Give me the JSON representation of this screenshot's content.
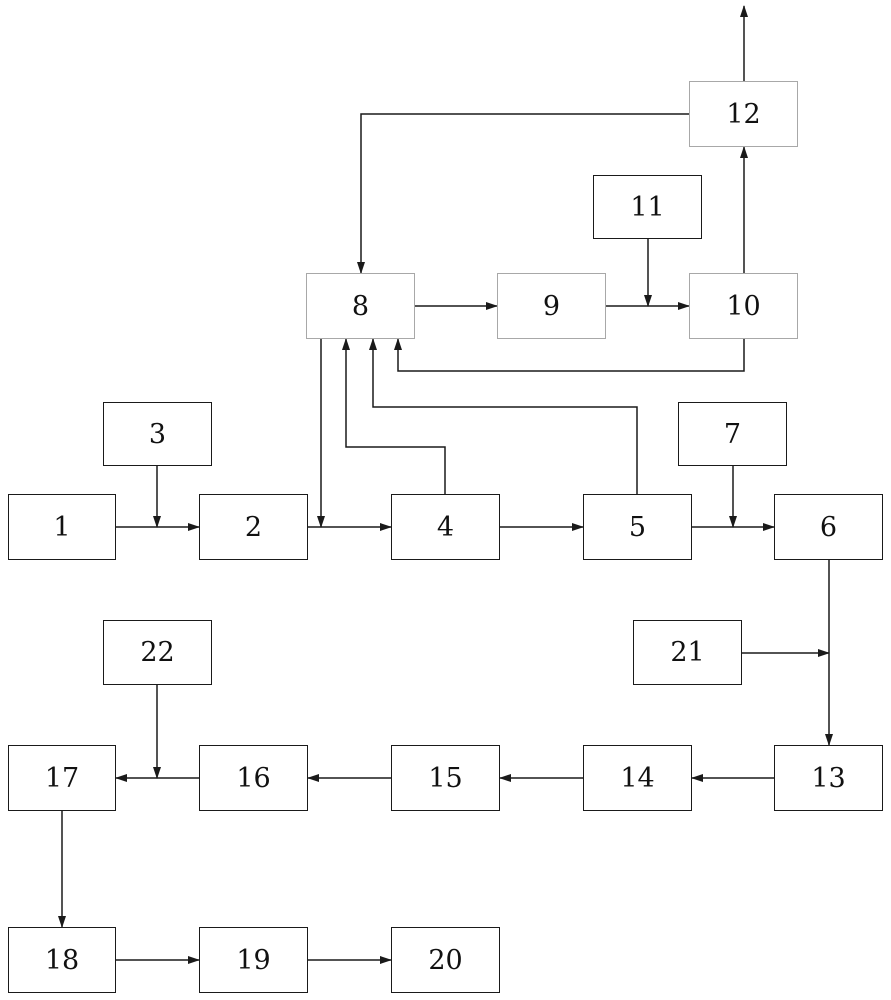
{
  "diagram": {
    "colors": {
      "line": "#1a1a1a",
      "border_dark": "#1a1a1a",
      "border_light": "#a8a8a8",
      "text": "#111111"
    },
    "nodes": [
      {
        "id": "1",
        "label": "1"
      },
      {
        "id": "2",
        "label": "2"
      },
      {
        "id": "3",
        "label": "3"
      },
      {
        "id": "4",
        "label": "4"
      },
      {
        "id": "5",
        "label": "5"
      },
      {
        "id": "6",
        "label": "6"
      },
      {
        "id": "7",
        "label": "7"
      },
      {
        "id": "8",
        "label": "8"
      },
      {
        "id": "9",
        "label": "9"
      },
      {
        "id": "10",
        "label": "10"
      },
      {
        "id": "11",
        "label": "11"
      },
      {
        "id": "12",
        "label": "12"
      },
      {
        "id": "13",
        "label": "13"
      },
      {
        "id": "14",
        "label": "14"
      },
      {
        "id": "15",
        "label": "15"
      },
      {
        "id": "16",
        "label": "16"
      },
      {
        "id": "17",
        "label": "17"
      },
      {
        "id": "18",
        "label": "18"
      },
      {
        "id": "19",
        "label": "19"
      },
      {
        "id": "20",
        "label": "20"
      },
      {
        "id": "21",
        "label": "21"
      },
      {
        "id": "22",
        "label": "22"
      }
    ],
    "edges": [
      {
        "from": "1",
        "to": "2"
      },
      {
        "from": "3",
        "to": "2"
      },
      {
        "from": "2",
        "to": "4"
      },
      {
        "from": "8",
        "to": "4"
      },
      {
        "from": "4",
        "to": "5"
      },
      {
        "from": "4",
        "to": "8"
      },
      {
        "from": "5",
        "to": "8"
      },
      {
        "from": "5",
        "to": "6"
      },
      {
        "from": "7",
        "to": "6"
      },
      {
        "from": "8",
        "to": "9"
      },
      {
        "from": "9",
        "to": "10"
      },
      {
        "from": "11",
        "to": "10"
      },
      {
        "from": "10",
        "to": "8"
      },
      {
        "from": "10",
        "to": "12"
      },
      {
        "from": "12",
        "to": "8"
      },
      {
        "from": "12",
        "to": ""
      },
      {
        "from": "6",
        "to": "13"
      },
      {
        "from": "21",
        "to": "13"
      },
      {
        "from": "13",
        "to": "14"
      },
      {
        "from": "14",
        "to": "15"
      },
      {
        "from": "15",
        "to": "16"
      },
      {
        "from": "16",
        "to": "17"
      },
      {
        "from": "22",
        "to": "17"
      },
      {
        "from": "17",
        "to": "18"
      },
      {
        "from": "18",
        "to": "19"
      },
      {
        "from": "19",
        "to": "20"
      }
    ]
  }
}
